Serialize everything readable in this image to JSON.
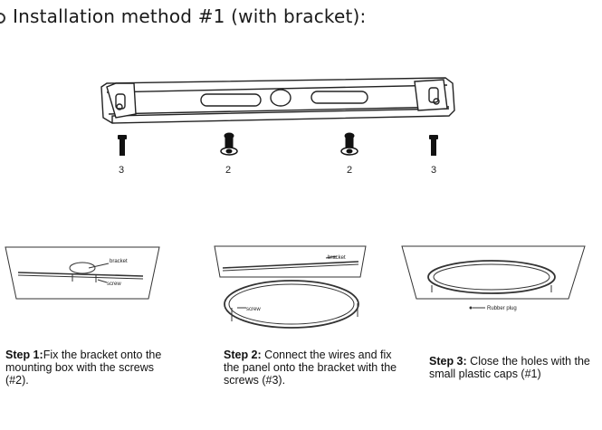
{
  "heading": "Installation method #1 (with bracket):",
  "screws": [
    {
      "count": "3"
    },
    {
      "count": "2"
    },
    {
      "count": "2"
    },
    {
      "count": "3"
    }
  ],
  "diagrams": {
    "step1": {
      "bracket_label": "bracket",
      "screw_label": "screw"
    },
    "step2": {
      "bracket_label": "bracket",
      "screw_label": "screw"
    },
    "step3": {
      "plug_label": "Rubber plug"
    }
  },
  "steps": [
    {
      "title": "Step 1:",
      "text": "Fix the bracket onto the mounting box with the screws (#2)."
    },
    {
      "title": "Step 2:",
      "text": " Connect the wires and fix the panel onto the bracket with the screws (#3)."
    },
    {
      "title": "Step 3:",
      "text": " Close the holes with the small plastic caps (#1)"
    }
  ]
}
